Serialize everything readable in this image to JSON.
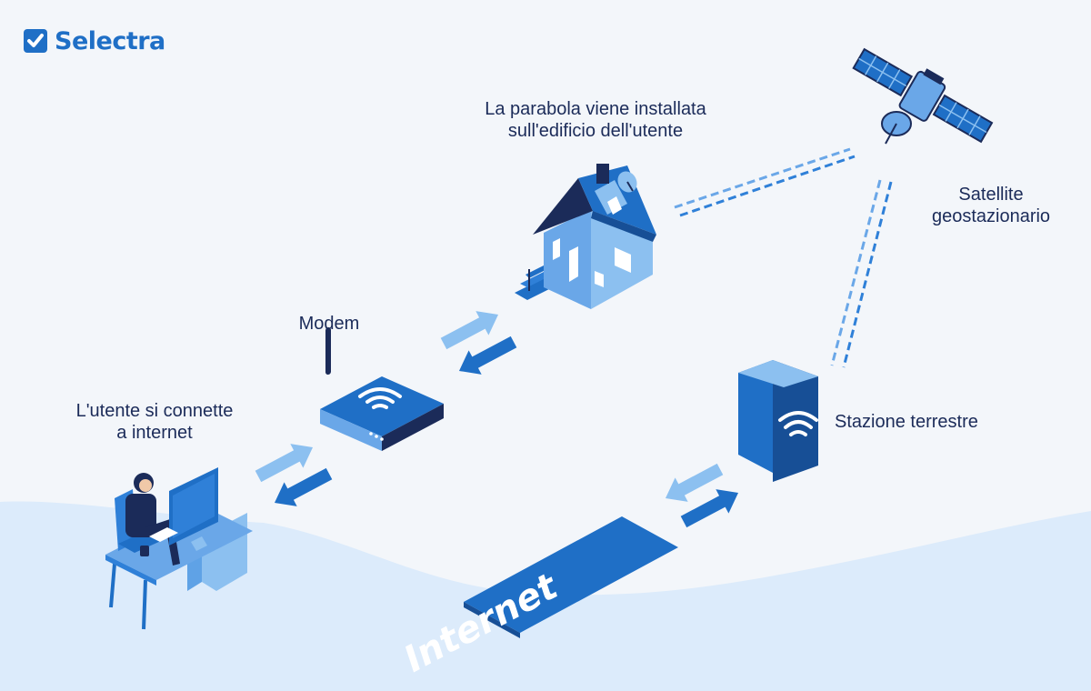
{
  "brand": {
    "name": "Selectra",
    "colors": {
      "primary": "#1f6fc6",
      "dark": "#1b2b59",
      "mid": "#2f80d8",
      "light": "#8cc4f2",
      "ground": "#d9eafb"
    }
  },
  "diagram": {
    "user": {
      "lines": [
        "L'utente si connette",
        "a internet"
      ]
    },
    "modem": {
      "label": "Modem"
    },
    "house": {
      "lines": [
        "La parabola viene installata",
        "sull'edificio dell'utente"
      ]
    },
    "satellite": {
      "lines": [
        "Satellite",
        "geostazionario"
      ]
    },
    "station": {
      "label": "Stazione terrestre"
    },
    "internet": {
      "label": "Internet"
    }
  }
}
